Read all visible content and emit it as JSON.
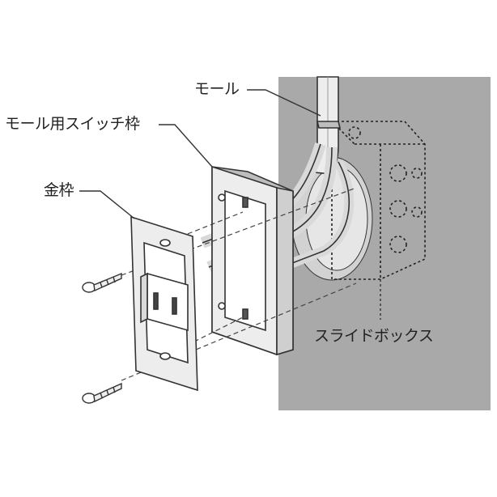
{
  "labels": {
    "mall": "モール",
    "switch_frame": "モール用スイッチ枠",
    "metal_frame": "金枠",
    "slide_box": "スライドボックス"
  },
  "colors": {
    "wall": "#a9a9a9",
    "line": "#333333",
    "part_fill": "#ededed",
    "part_shade": "#bdbdbd",
    "background": "#ffffff"
  }
}
